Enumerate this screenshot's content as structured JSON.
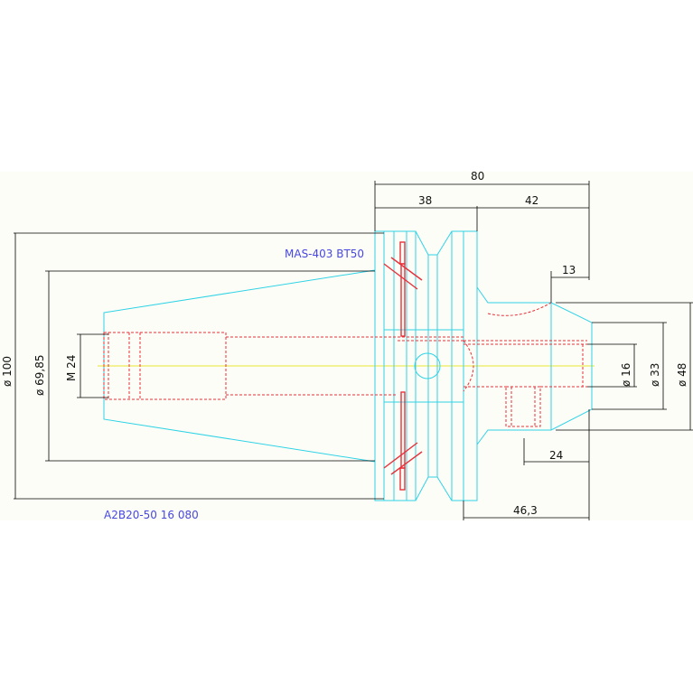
{
  "labels": {
    "top_code": "MAS-403 BT50",
    "bottom_code": "A2B20-50 16 080"
  },
  "dimensions": {
    "overall_length": "80",
    "flange_length": "38",
    "nose_length": "42",
    "nose_taper": "13",
    "collar_length": "24",
    "gauge_length": "46,3",
    "dia_100": "ø 100",
    "dia_69": "ø 69,85",
    "thread": "M 24",
    "dia_16": "ø 16",
    "dia_33": "ø 33",
    "dia_48": "ø 48"
  },
  "colors": {
    "outline": "#2fd3e6",
    "hidden": "#e8303a",
    "centerline": "#e8e830",
    "label": "#4848e0"
  }
}
